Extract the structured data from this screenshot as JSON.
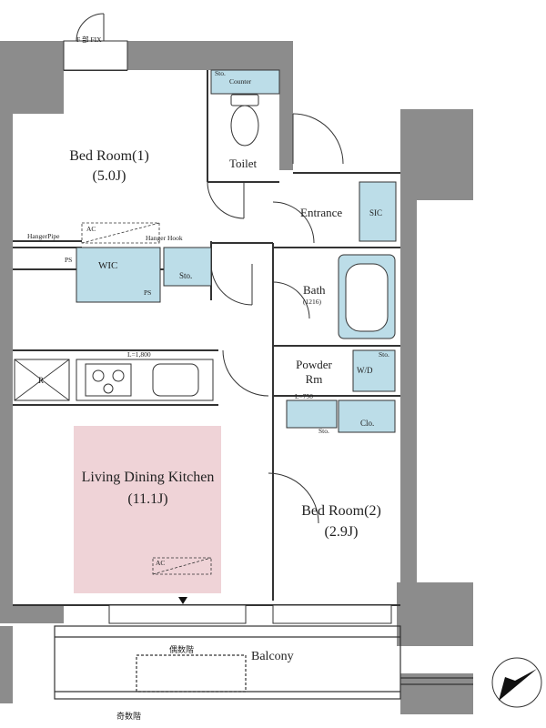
{
  "labels": {
    "fix_window": "FIX",
    "fix_window_prefix": "F",
    "bedroom1_name": "Bed Room(1)",
    "bedroom1_size": "(5.0J)",
    "toilet": "Toilet",
    "sto_counter_sto": "Sto.",
    "sto_counter_counter": "Counter",
    "entrance": "Entrance",
    "sic": "SIC",
    "hanger_pipe": "HangerPipe",
    "ac_bedroom": "AC",
    "hanger_hook": "Hanger Hook",
    "ps_top": "PS",
    "wic": "WIC",
    "sto_wic": "Sto.",
    "ps_wic": "PS",
    "bath_name": "Bath",
    "bath_size": "(1216)",
    "kitchen_length": "L=1,800",
    "fridge": "R",
    "powder_name": "Powder",
    "powder_rm": "Rm",
    "wd": "W/D",
    "sto_powder": "Sto.",
    "vanity_length": "L=750",
    "sto_small": "Sto.",
    "clo": "Clo.",
    "ldk_name": "Living Dining Kitchen",
    "ldk_size": "(11.1J)",
    "bedroom2_name": "Bed Room(2)",
    "bedroom2_size": "(2.9J)",
    "ac_ldk": "AC",
    "balcony": "Balcony",
    "even_floor": "偶数階",
    "odd_floor": "奇数階"
  },
  "colors": {
    "wall": "#8c8c8c",
    "line": "#333333",
    "blue": "#bcdde8",
    "ldk_highlight": "#efd3d7"
  }
}
